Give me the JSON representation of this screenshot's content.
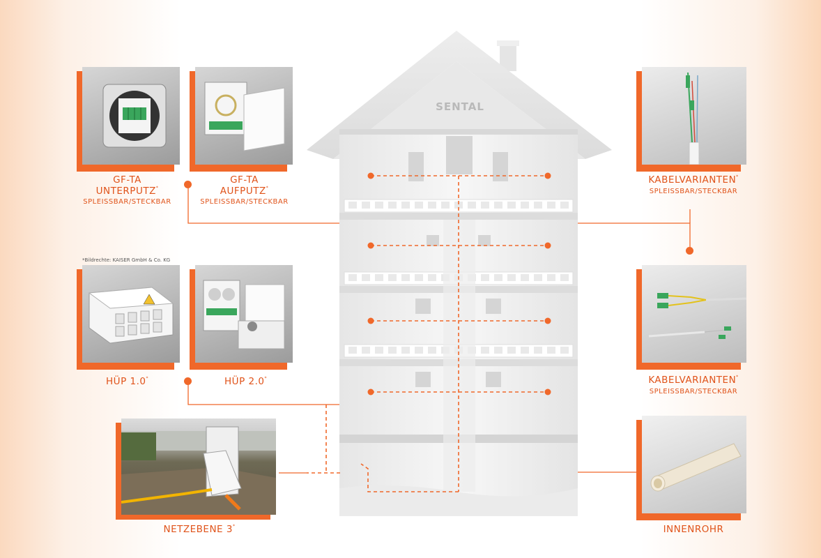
{
  "brand": "SENTAL",
  "credit": "*Bildrechte: KAISER GmbH & Co. KG",
  "products": {
    "gfta_up": {
      "line1": "GF-TA",
      "line2": "UNTERPUTZ",
      "mark": "*",
      "sub": "SPLEISSBAR/STECKBAR"
    },
    "gfta_ap": {
      "line1": "GF-TA",
      "line2": "AUFPUTZ",
      "mark": "*",
      "sub": "SPLEISSBAR/STECKBAR"
    },
    "hup1": {
      "line1": "HÜP 1.0",
      "mark": "*"
    },
    "hup2": {
      "line1": "HÜP 2.0",
      "mark": "*"
    },
    "ne3": {
      "line1": "NETZEBENE 3",
      "mark": "*"
    },
    "kabel1": {
      "line1": "KABELVARIANTEN",
      "mark": "*",
      "sub": "SPLEISSBAR/STECKBAR"
    },
    "kabel2": {
      "line1": "KABELVARIANTEN",
      "mark": "*",
      "sub": "SPLEISSBAR/STECKBAR"
    },
    "rohr": {
      "line1": "INNENROHR"
    }
  },
  "colors": {
    "accent": "#f0682a",
    "label": "#e0531a",
    "house": "#f1f1f1",
    "house_shade": "#e3e3e3"
  },
  "icons": [
    "wall-socket-icon",
    "surface-box-icon",
    "building-entry-box-icon",
    "street-cabinet-icon",
    "fiber-cable-icon",
    "conduit-tube-icon"
  ]
}
